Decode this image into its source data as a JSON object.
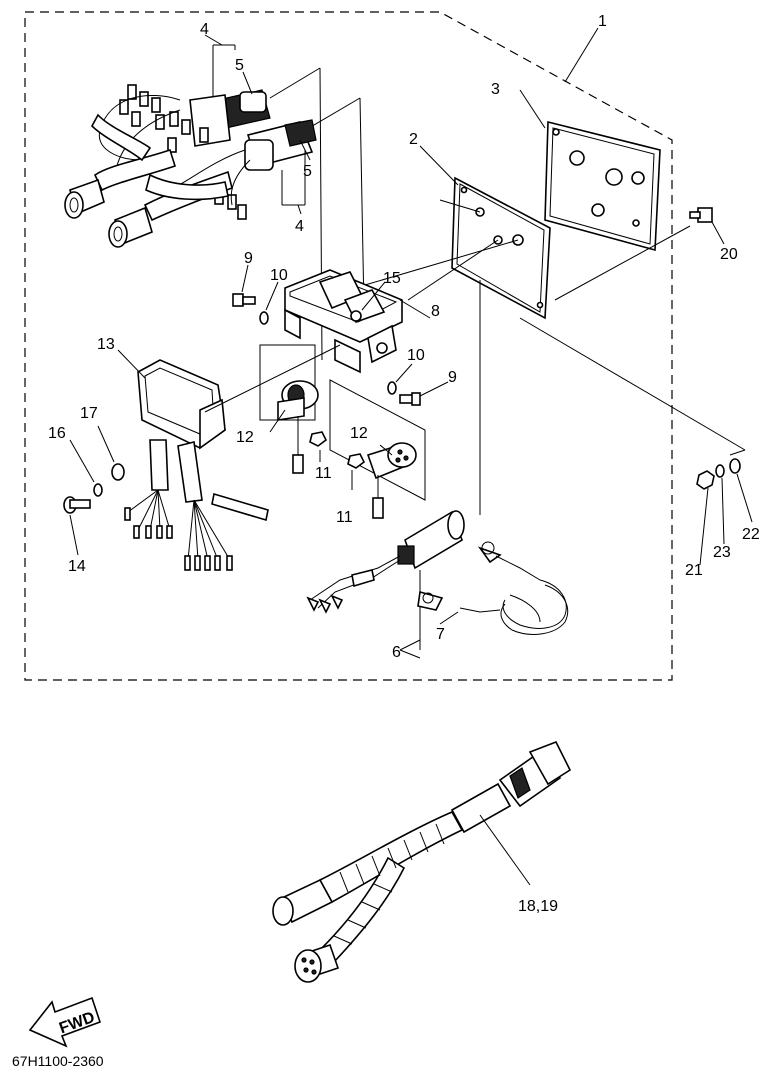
{
  "diagram_code": "67H1100-2360",
  "fwd_label": "FWD",
  "labels": {
    "p1": "1",
    "p2": "2",
    "p3": "3",
    "p4a": "4",
    "p4b": "4",
    "p5a": "5",
    "p5b": "5",
    "p6": "6",
    "p7": "7",
    "p8": "8",
    "p9a": "9",
    "p9b": "9",
    "p10a": "10",
    "p10b": "10",
    "p11a": "11",
    "p11b": "11",
    "p12a": "12",
    "p12b": "12",
    "p13": "13",
    "p14": "14",
    "p15": "15",
    "p16": "16",
    "p17": "17",
    "p18_19": "18,19",
    "p20": "20",
    "p21": "21",
    "p22": "22",
    "p23": "23"
  }
}
